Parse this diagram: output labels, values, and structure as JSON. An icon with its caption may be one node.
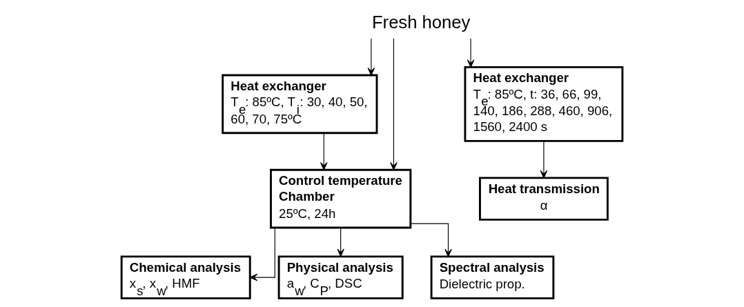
{
  "diagram": {
    "nodes": [
      {
        "text": [
          "Fresh honey"
        ]
      },
      {
        "text": [
          "Heat exchanger",
          "T$_{e}$: 85ºC, T$_{i}$: 30, 40, 50, 60, 70, 75ºC"
        ]
      },
      {
        "text": [
          "Control temperature Chamber",
          "25ºC, 24h"
        ]
      },
      {
        "text": [
          "Chemical analysis",
          "x$_{s}$, x$_{w}$, HMF"
        ]
      },
      {
        "text": [
          "Physical analysis",
          "a$_{w}$, C$_{P}$, DSC"
        ]
      },
      {
        "text": [
          "Spectral analysis",
          "Dielectric prop."
        ]
      },
      {
        "text": [
          "Heat exchanger",
          "T$_{e}$: 85ºC, t: 36, 66, 99, 140, 186, 288, 460, 906, 1560, 2400 s"
        ]
      },
      {
        "text": [
          "Heat transmission",
          "α"
        ]
      }
    ],
    "edges": [
      {
        "from": 0,
        "to": 1,
        "arrow": "to"
      },
      {
        "from": 0,
        "to": 2,
        "arrow": "to"
      },
      {
        "from": 0,
        "to": 6,
        "arrow": "to"
      },
      {
        "from": 1,
        "to": 2,
        "arrow": "to"
      },
      {
        "from": 2,
        "to": 3,
        "arrow": "to"
      },
      {
        "from": 2,
        "to": 4,
        "arrow": "to"
      },
      {
        "from": 2,
        "to": 5,
        "arrow": "to"
      },
      {
        "from": 6,
        "to": 7,
        "arrow": "to"
      }
    ]
  }
}
